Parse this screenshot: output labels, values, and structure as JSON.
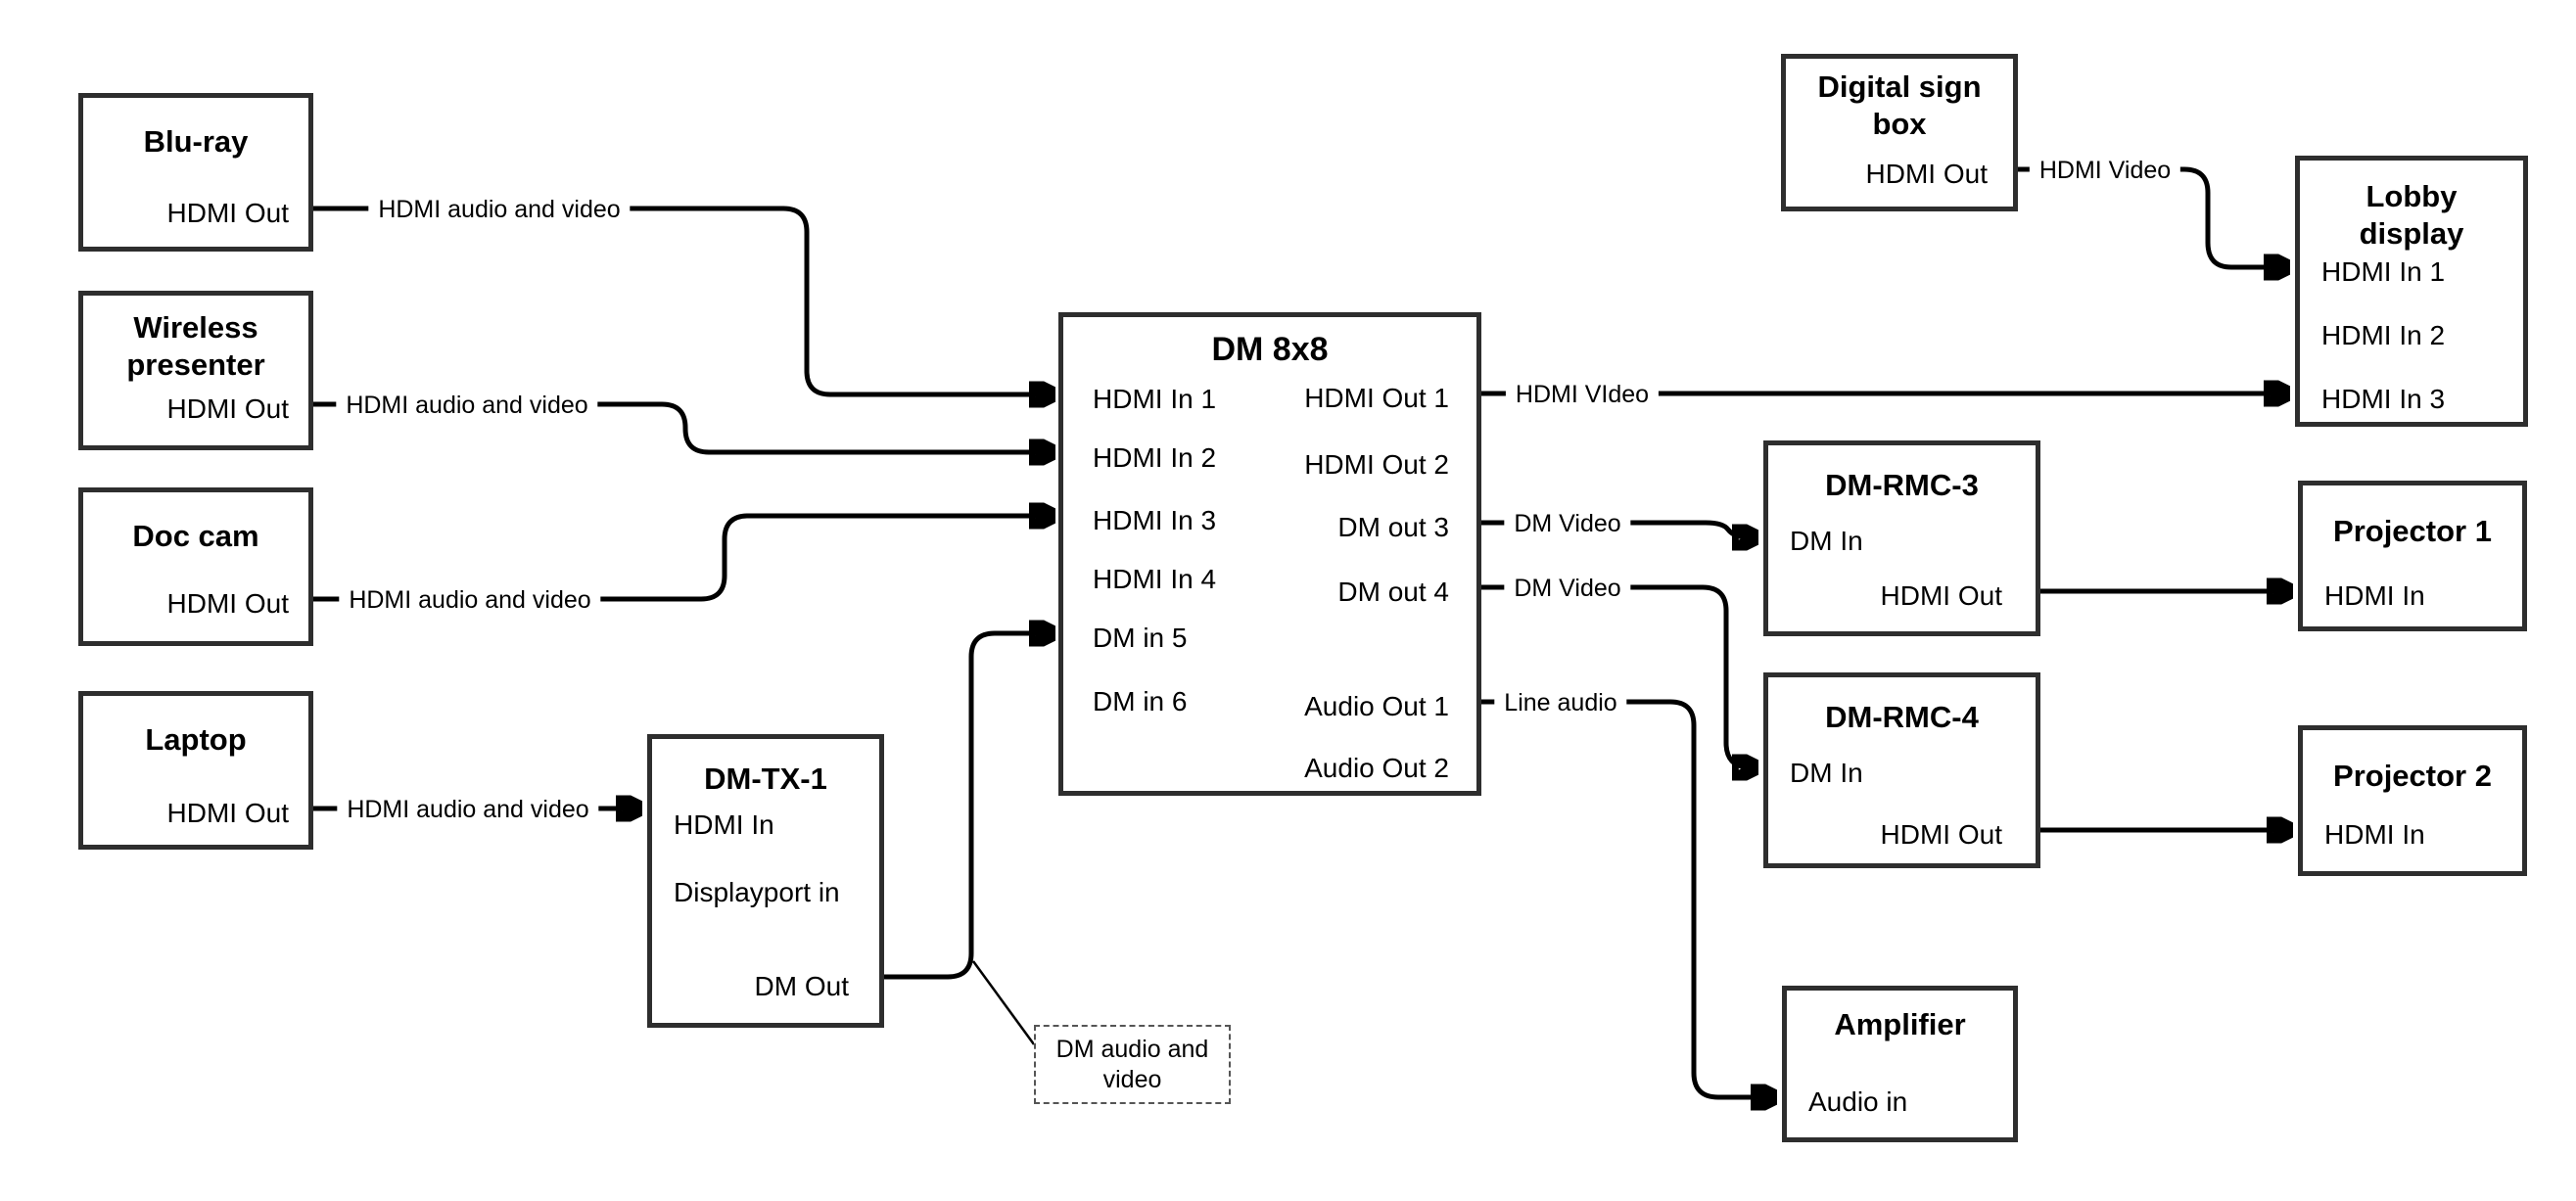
{
  "diagram": {
    "background": "#ffffff",
    "wire_color": "#000000",
    "box_border_color": "#2e2e2e",
    "nodes": {
      "bluray": {
        "title": "Blu-ray",
        "ports": [
          "HDMI Out"
        ]
      },
      "wireless": {
        "title": "Wireless presenter",
        "ports": [
          "HDMI Out"
        ]
      },
      "doccam": {
        "title": "Doc cam",
        "ports": [
          "HDMI Out"
        ]
      },
      "laptop": {
        "title": "Laptop",
        "ports": [
          "HDMI Out"
        ]
      },
      "dmtx1": {
        "title": "DM-TX-1",
        "ports": [
          "HDMI In",
          "Displayport in",
          "DM Out"
        ]
      },
      "dm8x8": {
        "title": "DM 8x8",
        "inputs": [
          "HDMI In 1",
          "HDMI In 2",
          "HDMI In 3",
          "HDMI In 4",
          "DM in 5",
          "DM in 6"
        ],
        "outputs": [
          "HDMI Out 1",
          "HDMI Out 2",
          "DM out 3",
          "DM out 4",
          "Audio Out 1",
          "Audio Out 2"
        ]
      },
      "digital_sign_box": {
        "title": "Digital sign box",
        "ports": [
          "HDMI Out"
        ]
      },
      "lobby_display": {
        "title": "Lobby display",
        "ports": [
          "HDMI In 1",
          "HDMI In 2",
          "HDMI In 3"
        ]
      },
      "dmrmc3": {
        "title": "DM-RMC-3",
        "ports": [
          "DM In",
          "HDMI Out"
        ]
      },
      "projector1": {
        "title": "Projector 1",
        "ports": [
          "HDMI In"
        ]
      },
      "dmrmc4": {
        "title": "DM-RMC-4",
        "ports": [
          "DM In",
          "HDMI Out"
        ]
      },
      "projector2": {
        "title": "Projector 2",
        "ports": [
          "HDMI In"
        ]
      },
      "amplifier": {
        "title": "Amplifier",
        "ports": [
          "Audio in"
        ]
      }
    },
    "wire_labels": {
      "bluray_to_dm8x8": "HDMI audio and video",
      "wireless_to_dm8x8": "HDMI audio and video",
      "doccam_to_dm8x8": "HDMI audio and video",
      "laptop_to_dmtx1": "HDMI audio and video",
      "dm8x8_to_lobby": "HDMI VIdeo",
      "dm8x8_to_dmrmc3": "DM Video",
      "dm8x8_to_dmrmc4": "DM Video",
      "dm8x8_to_amplifier": "Line audio",
      "digital_sign_to_lobby": "HDMI Video"
    },
    "note": {
      "text": "DM audio and video"
    }
  }
}
